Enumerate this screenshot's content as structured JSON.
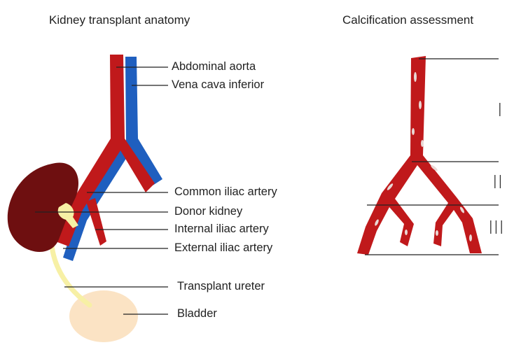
{
  "titles": {
    "anatomy": "Kidney transplant anatomy",
    "assessment": "Calcification assessment"
  },
  "labels": [
    "Abdominal aorta",
    "Vena cava inferior",
    "Common iliac artery",
    "Donor kidney",
    "Internal iliac artery",
    "External iliac artery",
    "Transplant ureter",
    "Bladder"
  ],
  "segments": [
    "I",
    "II",
    "III"
  ],
  "colors": {
    "artery": "#c0191b",
    "vein": "#1f5fbf",
    "kidney": "#6e0f10",
    "ureter": "#f7f0a5",
    "bladder": "#fbe3c4",
    "plaque": "#e9d8d5",
    "line": "#222222"
  }
}
